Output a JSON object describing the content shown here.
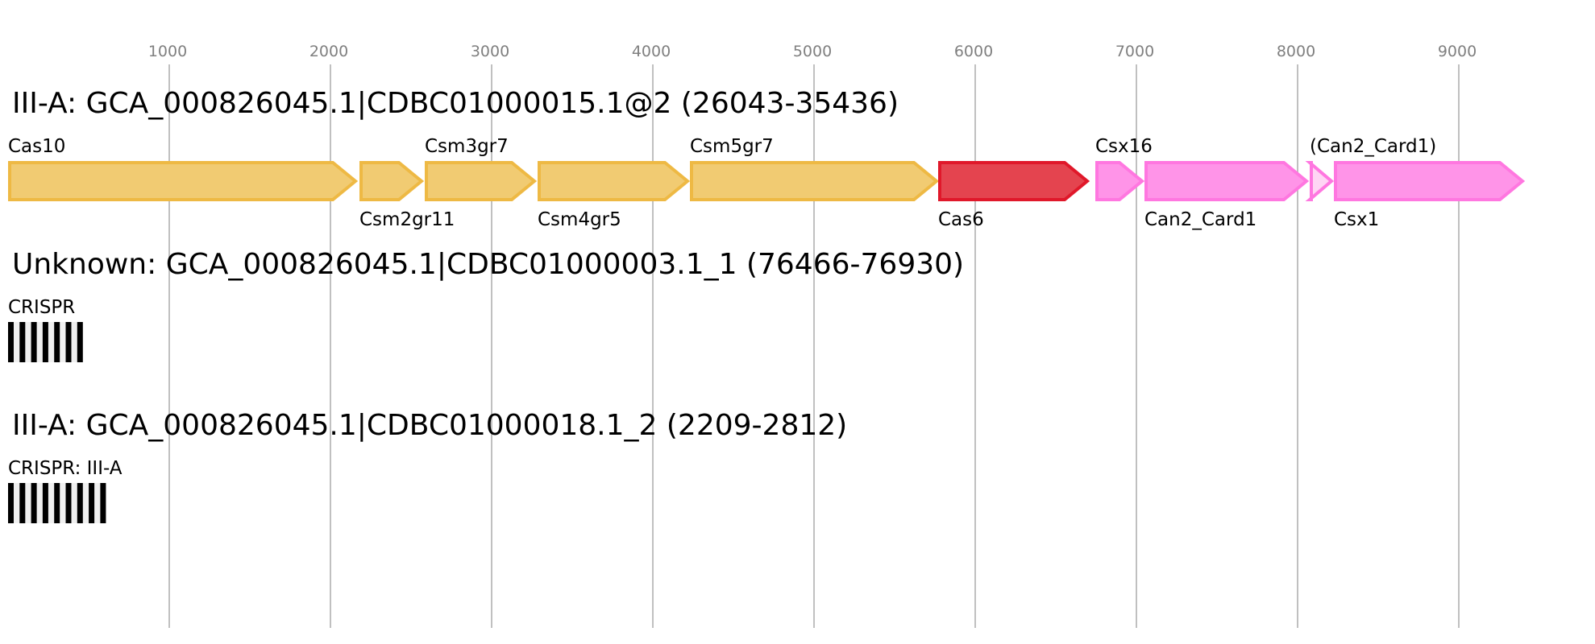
{
  "axis": {
    "ticks": [
      1000,
      2000,
      3000,
      4000,
      5000,
      6000,
      7000,
      8000,
      9000
    ],
    "bp_max": 9800
  },
  "colors": {
    "adaptation_fill": "#f1cb72",
    "adaptation_stroke": "#eeb944",
    "cas6_fill": "#e4444f",
    "cas6_stroke": "#e0182a",
    "accessory_fill": "#ff94e8",
    "accessory_stroke": "#ff77e0",
    "partial_fill": "#ffd5f4",
    "partial_stroke": "#ff77e0",
    "grid": "#c0c0c0",
    "tick_text": "#808080",
    "crispr_repeat": "#000000",
    "crispr_spacer": "#f0f0f0"
  },
  "tracks": [
    {
      "title": "III-A: GCA_000826045.1|CDBC01000015.1@2 (26043-35436)",
      "genes": [
        {
          "label": "Cas10",
          "start": 0,
          "end": 2165,
          "label_pos": "above",
          "kind": "adaptation"
        },
        {
          "label": "Csm2gr11",
          "start": 2180,
          "end": 2575,
          "label_pos": "below",
          "kind": "adaptation"
        },
        {
          "label": "Csm3gr7",
          "start": 2585,
          "end": 3275,
          "label_pos": "above",
          "kind": "adaptation"
        },
        {
          "label": "Csm4gr5",
          "start": 3285,
          "end": 4225,
          "label_pos": "below",
          "kind": "adaptation"
        },
        {
          "label": "Csm5gr7",
          "start": 4230,
          "end": 5770,
          "label_pos": "above",
          "kind": "adaptation"
        },
        {
          "label": "Cas6",
          "start": 5770,
          "end": 6705,
          "label_pos": "below",
          "kind": "cas6"
        },
        {
          "label": "Csx16",
          "start": 6745,
          "end": 7045,
          "label_pos": "above",
          "kind": "accessory"
        },
        {
          "label": "Can2_Card1",
          "start": 7050,
          "end": 8065,
          "label_pos": "below",
          "kind": "accessory"
        },
        {
          "label": "(Can2_Card1)",
          "start": 8075,
          "end": 8220,
          "label_pos": "above",
          "kind": "partial"
        },
        {
          "label": "Csx1",
          "start": 8225,
          "end": 9405,
          "label_pos": "below",
          "kind": "accessory"
        }
      ]
    },
    {
      "title": "Unknown: GCA_000826045.1|CDBC01000003.1_1 (76466-76930)",
      "crispr": {
        "label": "CRISPR",
        "repeats": 7
      }
    },
    {
      "title": "III-A: GCA_000826045.1|CDBC01000018.1_2 (2209-2812)",
      "crispr": {
        "label": "CRISPR: III-A",
        "repeats": 9
      }
    }
  ]
}
